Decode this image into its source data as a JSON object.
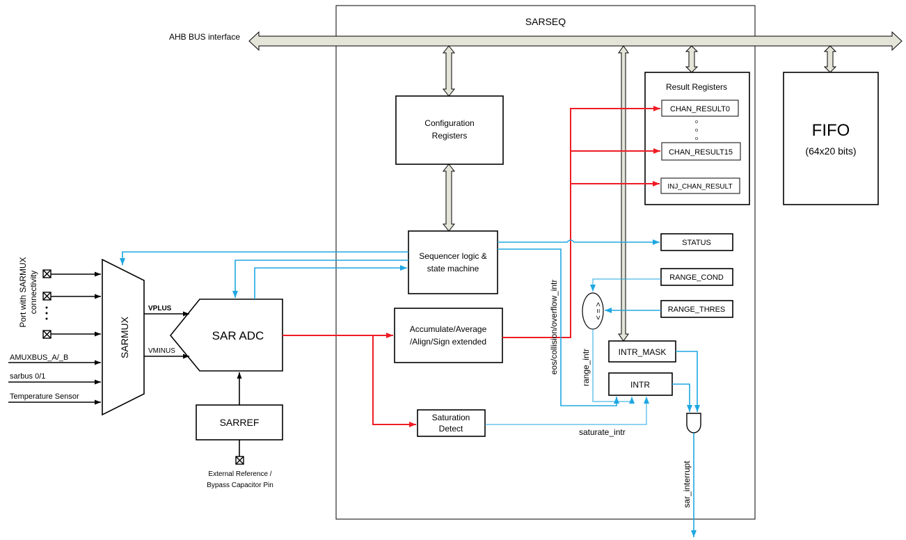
{
  "sarseq": {
    "title": "SARSEQ"
  },
  "bus": {
    "label": "AHB BUS interface"
  },
  "config": {
    "line1": "Configuration",
    "line2": "Registers"
  },
  "seq": {
    "line1": "Sequencer logic &",
    "line2": "state machine"
  },
  "accum": {
    "line1": "Accumulate/Average",
    "line2": "/Align/Sign extended"
  },
  "sat": {
    "line1": "Saturation",
    "line2": "Detect"
  },
  "results": {
    "title": "Result Registers",
    "chan0": "CHAN_RESULT0",
    "chan15": "CHAN_RESULT15",
    "inj": "INJ_CHAN_RESULT"
  },
  "fifo": {
    "title": "FIFO",
    "sub": "(64x20 bits)"
  },
  "regs": {
    "status": "STATUS",
    "range_cond": "RANGE_COND",
    "range_thres": "RANGE_THRES",
    "intr_mask": "INTR_MASK",
    "intr": "INTR"
  },
  "comparator": {
    "symbol": "< = >"
  },
  "signals": {
    "eos": "eos/collision/overflow_intr",
    "range_intr": "range_intr",
    "saturate_intr": "saturate_intr",
    "sar_interrupt": "sar_interrupt"
  },
  "sarmux": {
    "label": "SARMUX"
  },
  "port": {
    "line1": "Port with SARMUX",
    "line2": "connectivity"
  },
  "inputs": [
    "AMUXBUS_A/_B",
    "sarbus 0/1",
    "Temperature Sensor"
  ],
  "adc": {
    "label": "SAR ADC",
    "vplus": "VPLUS",
    "vminus": "VMINUS"
  },
  "sarref": {
    "label": "SARREF"
  },
  "ext": {
    "line1": "External Reference /",
    "line2": "Bypass Capacitor Pin"
  },
  "colors": {
    "red": "#ee1c24",
    "blue": "#1ea7e1",
    "bus_fill": "#e4e4d9"
  }
}
